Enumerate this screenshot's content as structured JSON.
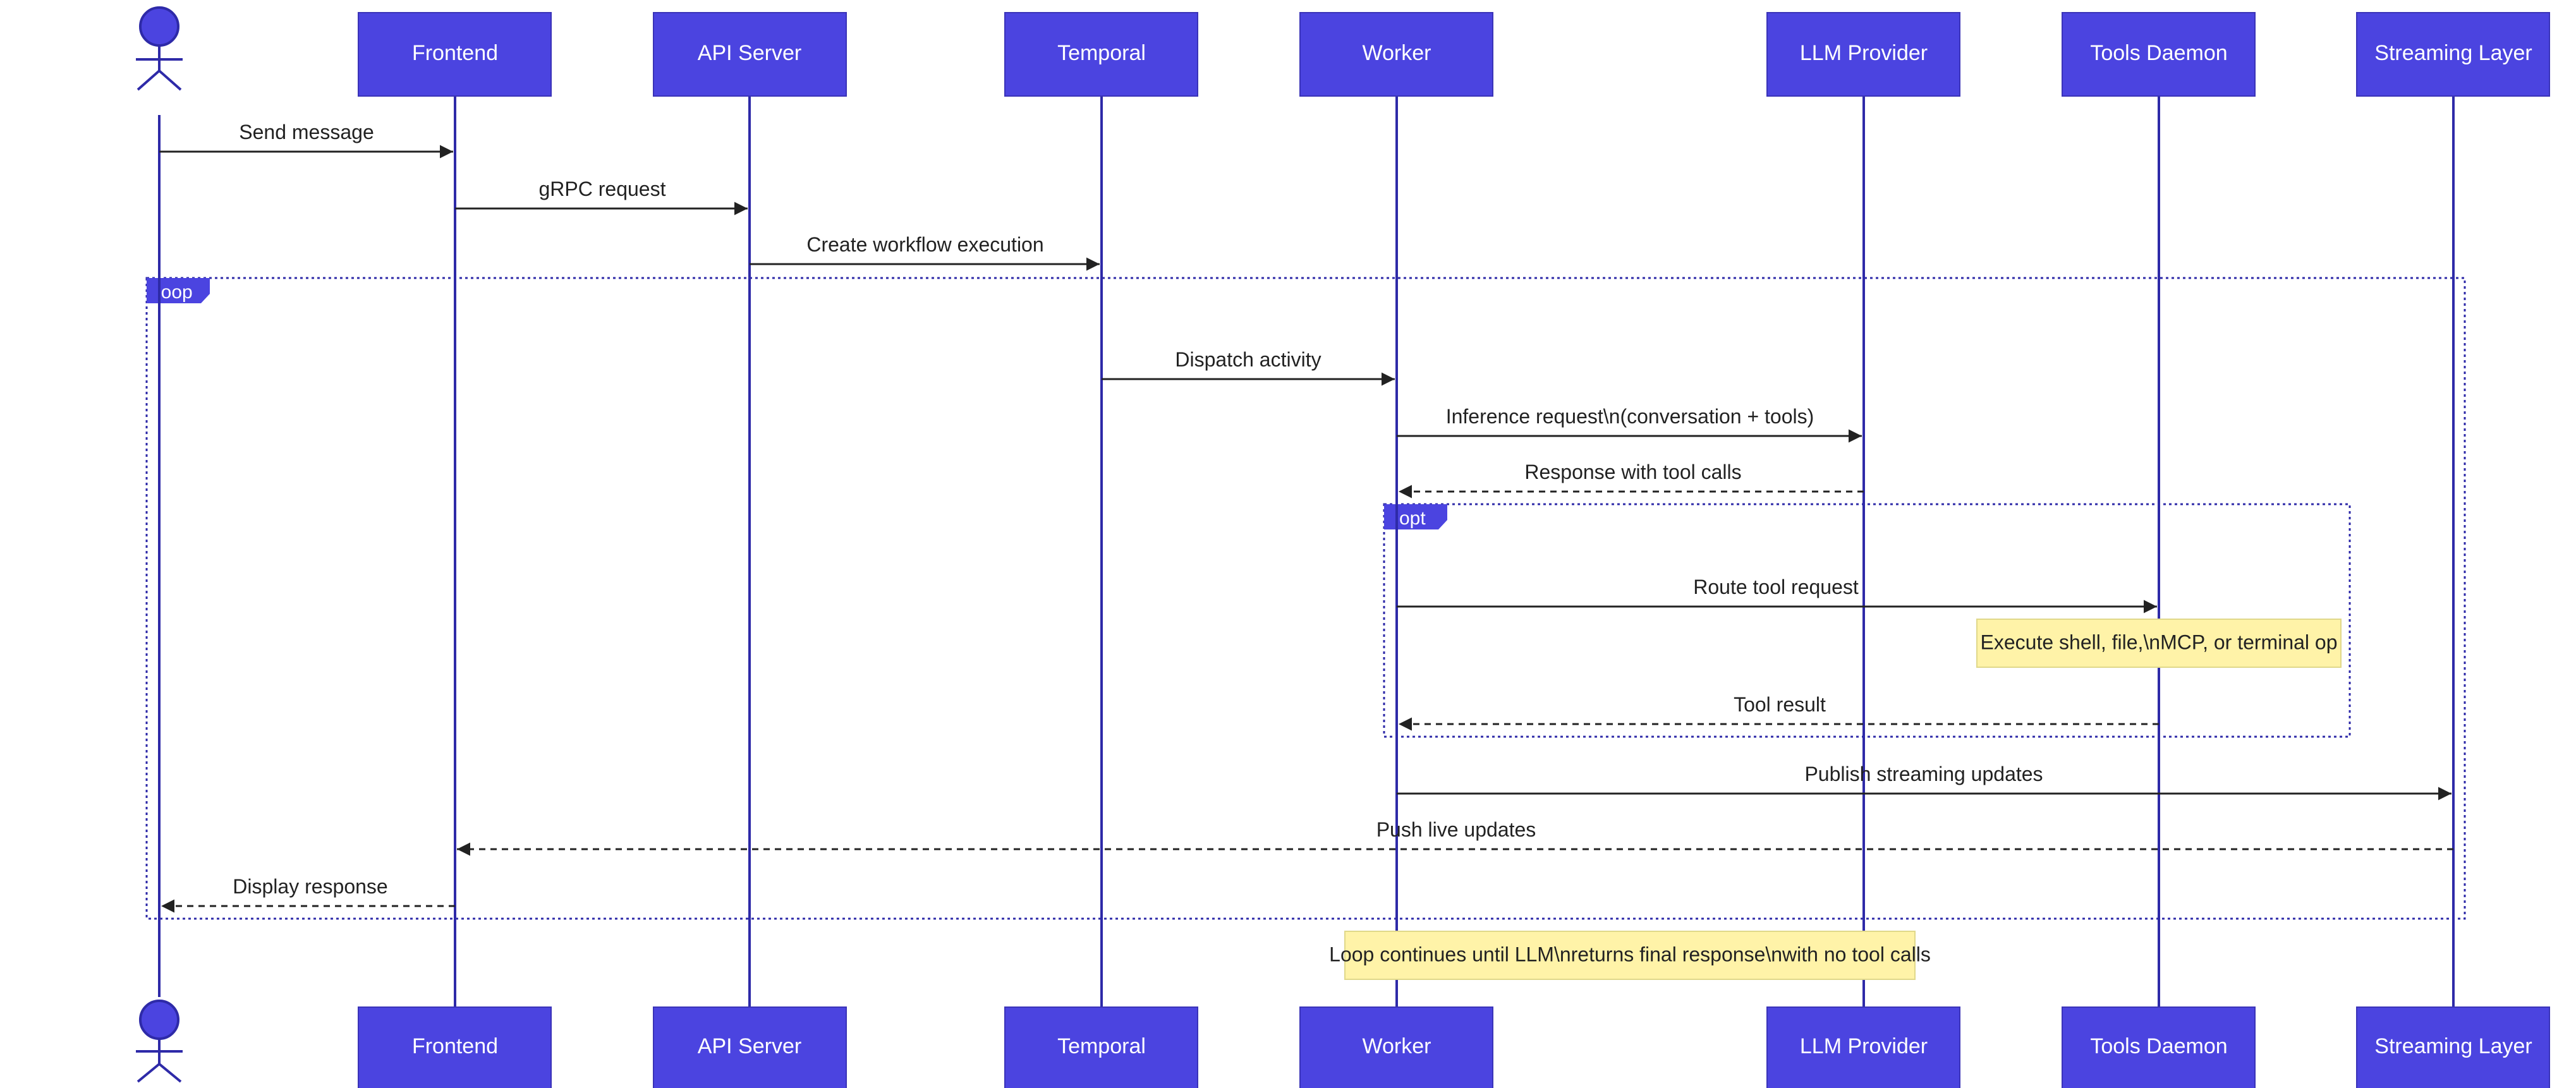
{
  "participants": {
    "frontend": "Frontend",
    "api": "API Server",
    "temporal": "Temporal",
    "worker": "Worker",
    "llm": "LLM Provider",
    "tools": "Tools Daemon",
    "streaming": "Streaming Layer"
  },
  "messages": {
    "send_message": "Send message",
    "grpc_request": "gRPC request",
    "create_workflow": "Create workflow execution",
    "dispatch_activity": "Dispatch activity",
    "inference_request": "Inference request\\n(conversation + tools)",
    "response_tool_calls": "Response with tool calls",
    "route_tool_request": "Route tool request",
    "tool_result": "Tool result",
    "publish_streaming": "Publish streaming updates",
    "push_live_updates": "Push live updates",
    "display_response": "Display response"
  },
  "frames": {
    "loop": "loop",
    "opt": "opt"
  },
  "notes": {
    "execute": "Execute shell, file,\\nMCP, or terminal op",
    "loop_continues": "Loop continues until LLM\\nreturns final response\\nwith no tool calls"
  },
  "colors": {
    "participant_fill": "#4B44E0",
    "lifeline": "#2E2AA8",
    "note_fill": "#FFF3A8"
  }
}
